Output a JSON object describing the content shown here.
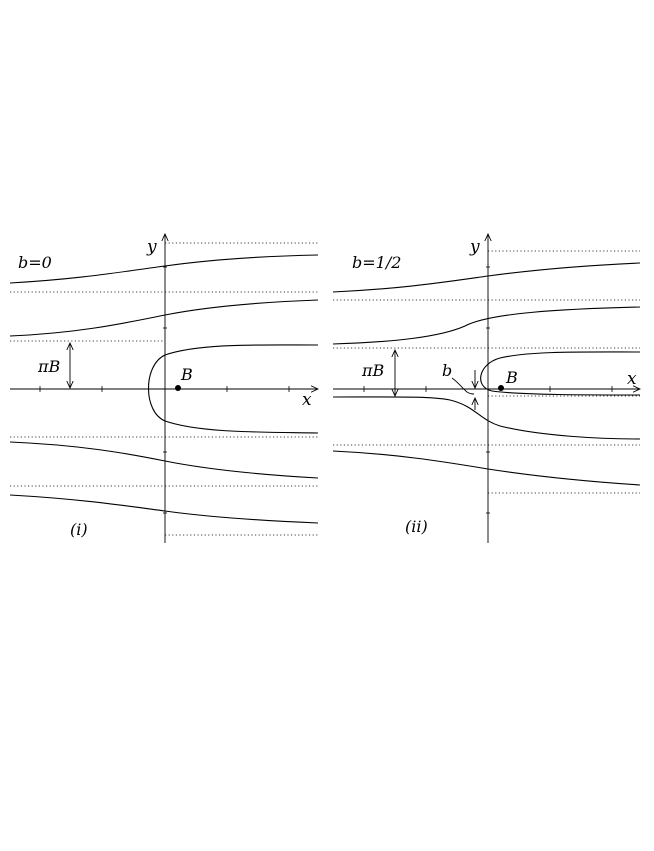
{
  "panels": [
    {
      "id": "i",
      "param_label": "b=0",
      "caption": "(i)",
      "x_axis_label": "x",
      "y_axis_label": "y",
      "point_label": "B",
      "dimension_label": "πB",
      "gap_label": ""
    },
    {
      "id": "ii",
      "param_label": "b=1/2",
      "caption": "(ii)",
      "x_axis_label": "x",
      "y_axis_label": "y",
      "point_label": "B",
      "dimension_label": "πB",
      "gap_label": "b"
    }
  ]
}
